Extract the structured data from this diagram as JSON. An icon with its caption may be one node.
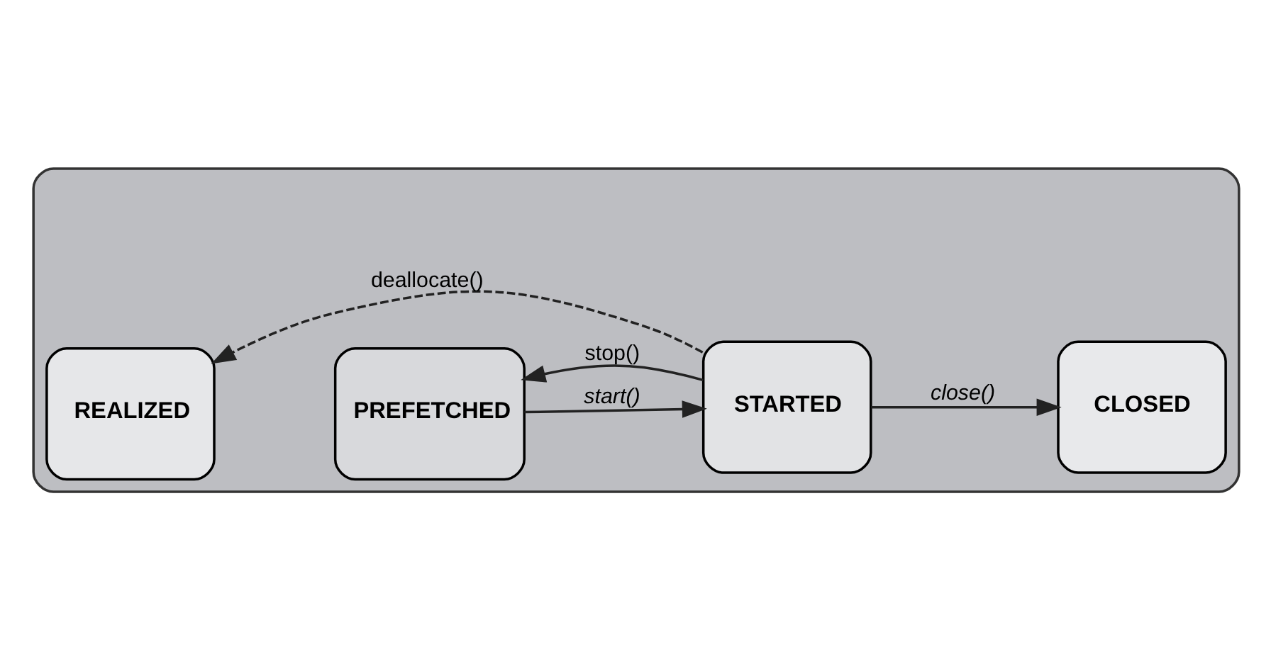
{
  "diagram": {
    "nodes": [
      {
        "text": [],
        "shape": "box"
      },
      {
        "text": [
          "REALIZED"
        ],
        "in": 0
      },
      {
        "text": [
          "PREFETCHED"
        ],
        "in": 0
      },
      {
        "text": [
          "STARTED"
        ],
        "in": 0
      },
      {
        "text": [
          "CLOSED"
        ],
        "in": 0
      }
    ],
    "edges": [
      {
        "from": 3,
        "to": 2,
        "arrow": "to",
        "label": "stop()"
      },
      {
        "from": 2,
        "to": 3,
        "arrow": "to",
        "label": "start()"
      },
      {
        "from": 3,
        "to": 4,
        "arrow": "to",
        "label": "close()"
      },
      {
        "from": 3,
        "to": 1,
        "arrow": "to",
        "label": "deallocate()",
        "style": "dashed"
      }
    ]
  }
}
